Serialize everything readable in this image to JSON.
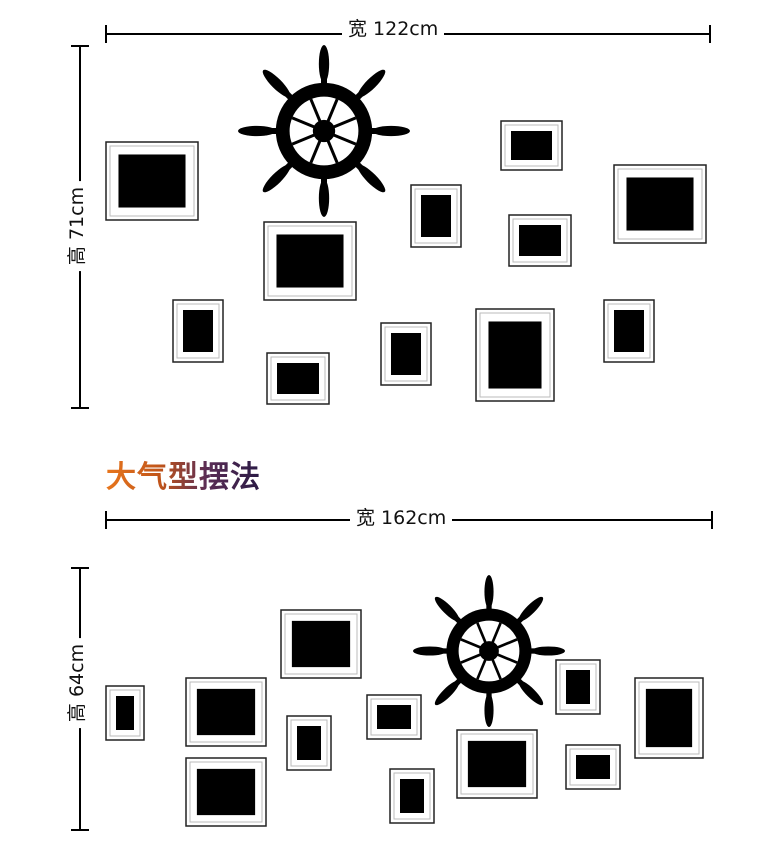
{
  "layouts": [
    {
      "width_label": "宽 122cm",
      "height_label": "高 71cm"
    },
    {
      "width_label": "宽 162cm",
      "height_label": "高 64cm"
    }
  ],
  "title": "大气型摆法",
  "colors": {
    "ink": "#000000",
    "frame": "#ffffff",
    "title_start": "#e8761c",
    "title_end": "#2a1a45"
  }
}
